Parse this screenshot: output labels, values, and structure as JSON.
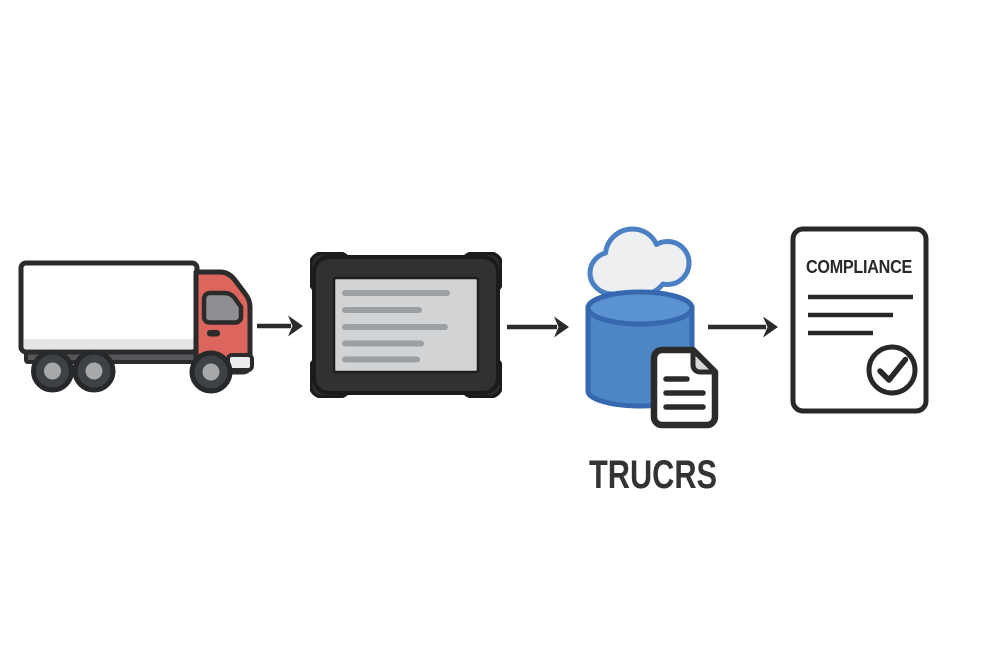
{
  "diagram": {
    "type": "process-flow",
    "description": "Truck telematics data flows from a truck to an onboard tablet to the TRUCRS cloud database, producing a compliance document",
    "labels": {
      "cloud_system": "TRUCRS",
      "document_title": "COMPLIANCE"
    },
    "nodes": [
      {
        "id": "truck",
        "icon": "truck-icon"
      },
      {
        "id": "tablet",
        "icon": "tablet-icon"
      },
      {
        "id": "trucrs-cloud",
        "icon": "cloud-database-icon",
        "label": "TRUCRS"
      },
      {
        "id": "compliance-document",
        "icon": "compliance-document-icon",
        "label": "COMPLIANCE"
      }
    ],
    "connectors": [
      {
        "from": "truck",
        "to": "tablet",
        "icon": "arrow-right-icon"
      },
      {
        "from": "tablet",
        "to": "trucrs-cloud",
        "icon": "arrow-right-icon"
      },
      {
        "from": "trucrs-cloud",
        "to": "compliance-document",
        "icon": "arrow-right-icon"
      }
    ],
    "colors": {
      "background": "#ffffff",
      "outline_dark": "#2b2b2b",
      "truck_cab_red": "#dc665d",
      "truck_box_white": "#ffffff",
      "truck_box_strip": "#e4e5e6",
      "chassis_gray": "#54565a",
      "wheel_dark": "#3e4145",
      "wheel_hub_gray": "#a6a8aa",
      "window_gray": "#8d8f92",
      "tablet_frame": "#2f3133",
      "tablet_screen": "#d2d3d4",
      "screen_text_lines": "#9da0a2",
      "cloud_fill": "#edeff1",
      "cloud_stroke": "#4b80c3",
      "database_blue": "#4c86c5",
      "database_blue_light": "#5b92d0",
      "database_stroke": "#3568ae",
      "document_fold": "#d8d9da",
      "ink_dark": "#282828",
      "arrow_dark": "#2b2b2b",
      "label_dark": "#323334"
    }
  }
}
